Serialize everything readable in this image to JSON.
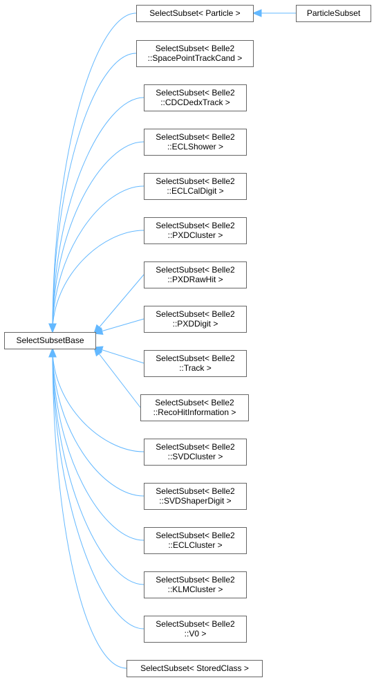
{
  "diagram": {
    "base": "SelectSubsetBase",
    "particle_subset": "ParticleSubset",
    "classes": [
      [
        "SelectSubset< Particle >"
      ],
      [
        "SelectSubset< Belle2",
        "::SpacePointTrackCand >"
      ],
      [
        "SelectSubset< Belle2",
        "::CDCDedxTrack >"
      ],
      [
        "SelectSubset< Belle2",
        "::ECLShower >"
      ],
      [
        "SelectSubset< Belle2",
        "::ECLCalDigit >"
      ],
      [
        "SelectSubset< Belle2",
        "::PXDCluster >"
      ],
      [
        "SelectSubset< Belle2",
        "::PXDRawHit >"
      ],
      [
        "SelectSubset< Belle2",
        "::PXDDigit >"
      ],
      [
        "SelectSubset< Belle2",
        "::Track >"
      ],
      [
        "SelectSubset< Belle2",
        "::RecoHitInformation >"
      ],
      [
        "SelectSubset< Belle2",
        "::SVDCluster >"
      ],
      [
        "SelectSubset< Belle2",
        "::SVDShaperDigit >"
      ],
      [
        "SelectSubset< Belle2",
        "::ECLCluster >"
      ],
      [
        "SelectSubset< Belle2",
        "::KLMCluster >"
      ],
      [
        "SelectSubset< Belle2",
        "::V0 >"
      ],
      [
        "SelectSubset< StoredClass >"
      ]
    ],
    "colors": {
      "edge": "#63b8ff",
      "node_border": "#666666",
      "text": "#000000"
    }
  }
}
